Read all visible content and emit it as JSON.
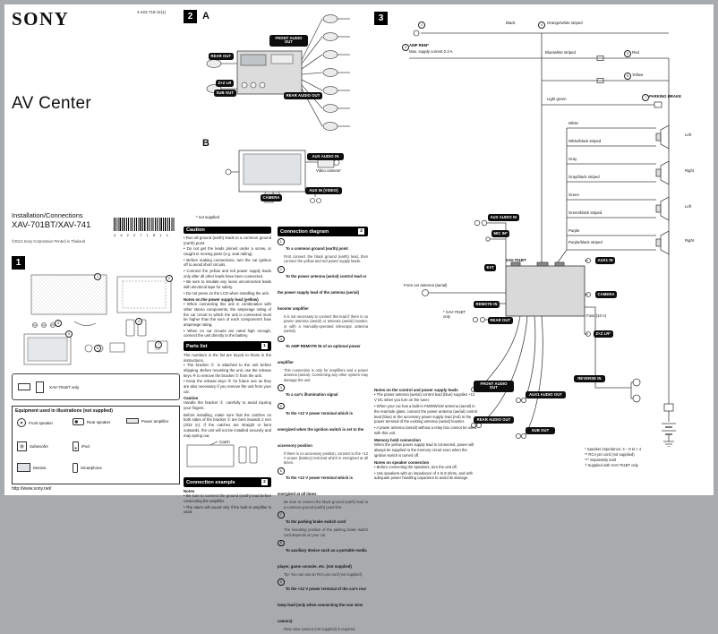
{
  "page": {
    "brand": "SONY",
    "doc_number": "4-422-718-11(1)",
    "title": "AV Center",
    "subtitle": "Installation/Connections",
    "models": "XAV-701BT/XAV-741",
    "copyright": "©2012 Sony Corporation   Printed in Thailand",
    "barcode_digits": "4 4 2 2 7 1 8 1 1",
    "url": "http://www.sony.net/"
  },
  "section1": {
    "num": "1",
    "markers": [
      "1",
      "2",
      "3",
      "4",
      "5",
      "6",
      "7"
    ],
    "only_box_note": "XAV-701BT only"
  },
  "section2": {
    "num": "2",
    "a_label": "A",
    "b_label": "B",
    "pills_a": {
      "front_audio_out": "FRONT AUDIO OUT",
      "rear_out": "REAR OUT",
      "zxz": "Z×Z LR",
      "sub_out": "SUB OUT",
      "rear_audio_out": "REAR AUDIO OUT"
    },
    "pills_b": {
      "aux_audio_in": "AUX AUDIO IN",
      "camera": "CAMERA",
      "aux_in_video": "AUX IN (VIDEO)"
    },
    "video_camera": "Video camera*",
    "not_supplied": "* not supplied"
  },
  "caution": {
    "header": "Caution",
    "items": [
      "Run all ground (earth) leads to a common ground (earth) point.",
      "Do not get the leads pinned under a screw, or caught in moving parts (e.g. seat railing).",
      "Before making connections, turn the car ignition off to avoid short circuits.",
      "Connect the yellow and red power supply leads only after all other leads have been connected.",
      "Be sure to insulate any loose unconnected leads with electrical tape for safety.",
      "Do not press on the LCD when installing the unit."
    ],
    "notes_title": "Notes on the power supply lead (yellow)",
    "notes": [
      "When connecting this unit in combination with other stereo components, the amperage rating of the car circuit to which the unit is connected must be higher than the sum of each component's fuse amperage rating.",
      "When no car circuits are rated high enough, connect the unit directly to the battery."
    ]
  },
  "parts_list": {
    "header": "Parts list",
    "header_num": "1",
    "intro": "The numbers in the list are keyed to those in the instructions.",
    "items": [
      "The bracket ① is attached to the unit before shipping. Before mounting the unit, use the release keys ④ to remove the bracket ① from the unit.",
      "Keep the release keys ④ for future use as they are also necessary if you remove the unit from your car."
    ],
    "caution_title": "Caution",
    "caution_text": "Handle the bracket ① carefully to avoid injuring your fingers.",
    "note": "Before installing, make sure that the catches on both sides of the bracket ① are bent inwards 2 mm (3/32 in). If the catches are straight or bent outwards, the unit will not be installed securely and may spring out.",
    "catch_label": "Catch"
  },
  "connection_diagram": {
    "header": "Connection diagram",
    "header_num": "3",
    "items": [
      {
        "m": "1",
        "h": "To a common ground (earth) point",
        "n": "First connect the black ground (earth) lead, then connect the yellow and red power supply leads."
      },
      {
        "m": "2",
        "h": "To the power antenna (aerial) control lead or the power supply lead of the antenna (aerial) booster amplifier",
        "n": "It is not necessary to connect this lead if there is no power antenna (aerial) or antenna (aerial) booster, or with a manually-operated telescopic antenna (aerial)."
      },
      {
        "m": "3",
        "h": "To AMP REMOTE IN of an optional power amplifier",
        "n": "This connection is only for amplifiers and a power antenna (aerial). Connecting any other system may damage the unit."
      },
      {
        "m": "4",
        "h": "To a car's illumination signal",
        "n": ""
      },
      {
        "m": "5",
        "h": "To the +12 V power terminal which is energized when the ignition switch is set to the accessory position",
        "n": "If there is no accessory position, connect to the +12 V power (battery) terminal which is energized at all times."
      },
      {
        "m": "6",
        "h": "To the +12 V power terminal which is energized at all times",
        "n": "Be sure to connect the black ground (earth) lead to a common ground (earth) point first."
      },
      {
        "m": "7",
        "h": "To the parking brake switch cord",
        "n": "The mounting position of the parking brake switch cord depends on your car."
      },
      {
        "m": "8",
        "h": "To auxiliary device such as a portable media player, game console, etc. (not supplied)",
        "n": "Tip: You can use an RCA pin cord (not supplied)."
      },
      {
        "m": "9",
        "h": "To the +12 V power terminal of the car's rear lamp lead (only when connecting the rear view camera)",
        "n": "Rear view camera (not supplied) is required."
      }
    ]
  },
  "connection_example": {
    "header": "Connection example",
    "header_num": "2",
    "notes_title": "Notes",
    "notes": [
      "Be sure to connect the ground (earth) lead before connecting the amplifier.",
      "The alarm will sound only if the built-in amplifier is used."
    ]
  },
  "equipment": {
    "title": "Equipment used in illustrations (not supplied)",
    "items": [
      "Front speaker",
      "Rear speaker",
      "Power amplifier",
      "Subwoofer",
      "iPod",
      "Monitor",
      "Smartphone"
    ]
  },
  "section3": {
    "num": "3",
    "unit_label": "XAV-701BT",
    "wires": {
      "black": "Black",
      "orange": "Orange/white striped",
      "blue": "Blue/white striped",
      "red": "Red",
      "yellow": "Yellow",
      "light_green": "Light green"
    },
    "markers": {
      "ground": "1",
      "illumination": "4",
      "amp": "3",
      "acc": "5",
      "battery": "6",
      "brake": "7"
    },
    "amp_rem": "AMP REM*",
    "amp_note": "Max. supply current 0.3 A",
    "parking_brake": "PARKING BRAKE",
    "speaker_wires": [
      "White",
      "White/black striped",
      "Gray",
      "Gray/black striped",
      "Green",
      "Green/black striped",
      "Purple",
      "Purple/black striped"
    ],
    "speaker_sides": [
      "Left",
      "Right",
      "Left",
      "Right"
    ],
    "jacks": {
      "aux_audio_in": "AUX AUDIO IN",
      "mic_in": "MIC IN*",
      "ext": "EXT",
      "remote_in": "REMOTE IN",
      "rear_out": "REAR OUT",
      "aux1_in": "AUX1 IN",
      "camera": "CAMERA",
      "zxz": "Z×Z LR*",
      "front_audio_out": "FRONT AUDIO OUT",
      "aux1_audio_out": "AUX1 AUDIO OUT",
      "rear_audio_out": "REAR AUDIO OUT",
      "sub_out": "SUB OUT",
      "reverse_in": "REVERSE IN"
    },
    "antenna_label": "From car antenna (aerial)",
    "fuse_label": "Fuse (10 A)",
    "only_note": "* XAV-701BT only",
    "notes_title": "Notes on the control and power supply leads",
    "notes": [
      "The power antenna (aerial) control lead (blue) supplies +12 V DC when you turn on the tuner.",
      "When your car has a built-in FM/MW/LW antenna (aerial) in the rear/side glass, connect the power antenna (aerial) control lead (blue) or the accessory power supply lead (red) to the power terminal of the existing antenna (aerial) booster.",
      "A power antenna (aerial) without a relay box cannot be used with this unit."
    ],
    "memory_title": "Memory hold connection",
    "memory_text": "When the yellow power supply lead is connected, power will always be supplied to the memory circuit even when the ignition switch is turned off.",
    "speaker_notes_title": "Notes on speaker connection",
    "speaker_notes": [
      "Before connecting the speakers, turn the unit off.",
      "Use speakers with an impedance of 4 to 8 ohms, and with adequate power handling capacities to avoid its damage."
    ],
    "footnotes": [
      "* Speaker impedance: 4 – 8 Ω × 4",
      "** RCA pin cord (not supplied)",
      "*** Separately sold",
      "† Supplied with XAV-701BT only"
    ]
  }
}
